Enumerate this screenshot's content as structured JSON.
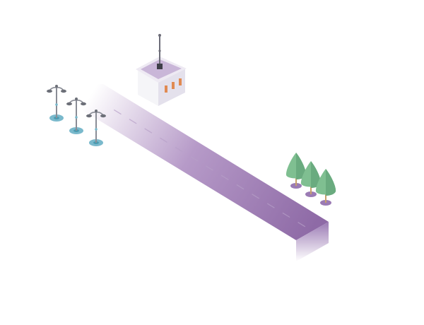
{
  "scene": {
    "elements": [
      "isometric-road",
      "building-with-antenna",
      "street-lamp",
      "street-lamp",
      "street-lamp",
      "tree",
      "tree",
      "tree"
    ]
  },
  "palette": {
    "road_top": "#8e6aa6",
    "road_fade": "#ffffff",
    "road_front": "#9b7bb4",
    "road_side": "#b69ac8",
    "road_dash": "#b7a0c8",
    "building_front": "#f5f5f8",
    "building_side": "#e4e1ec",
    "building_roof": "#c9b6d8",
    "building_roof_rim": "#eeeaf3",
    "window": "#e08a52",
    "antenna": "#6d6d78",
    "lamp_pole": "#8a8d96",
    "lamp_head": "#6c6f78",
    "lamp_base": "#7ab9cc",
    "tree_crown": "#7fbf91",
    "tree_crown_shade": "#6aab7f",
    "tree_trunk": "#c7a06a",
    "tree_base": "#9b7bb4"
  }
}
